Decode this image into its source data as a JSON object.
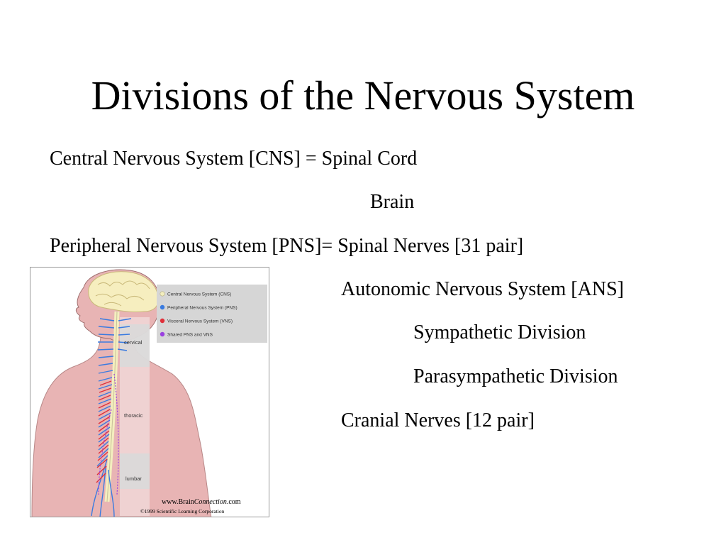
{
  "slide": {
    "title": "Divisions of the Nervous System",
    "lines": [
      "Central Nervous System [CNS] = Spinal Cord",
      "Brain",
      "Peripheral Nervous System [PNS]= Spinal Nerves  [31 pair]",
      "Autonomic Nervous System [ANS]",
      "Sympathetic Division",
      "Parasympathetic Division",
      "Cranial Nerves [12 pair]"
    ]
  },
  "figure": {
    "legend": [
      {
        "label": "Central Nervous System (CNS)",
        "color": "#f3eebf"
      },
      {
        "label": "Peripheral Nervous System (PNS)",
        "color": "#3a7be0"
      },
      {
        "label": "Visceral Nervous System (VNS)",
        "color": "#e0303a"
      },
      {
        "label": "Shared PNS and VNS",
        "color": "#9a40e0"
      }
    ],
    "regions": [
      "cervical",
      "thoracic",
      "lumbar"
    ],
    "credit": {
      "site_prefix": "www.Brain",
      "site_brand": "Connection",
      "site_suffix": ".com",
      "copyright": "©1999 Scientific Learning Corporation"
    },
    "colors": {
      "skin": "#e8b4b4",
      "brain": "#f6eebf",
      "region_bg": "#d9d9d9"
    }
  }
}
